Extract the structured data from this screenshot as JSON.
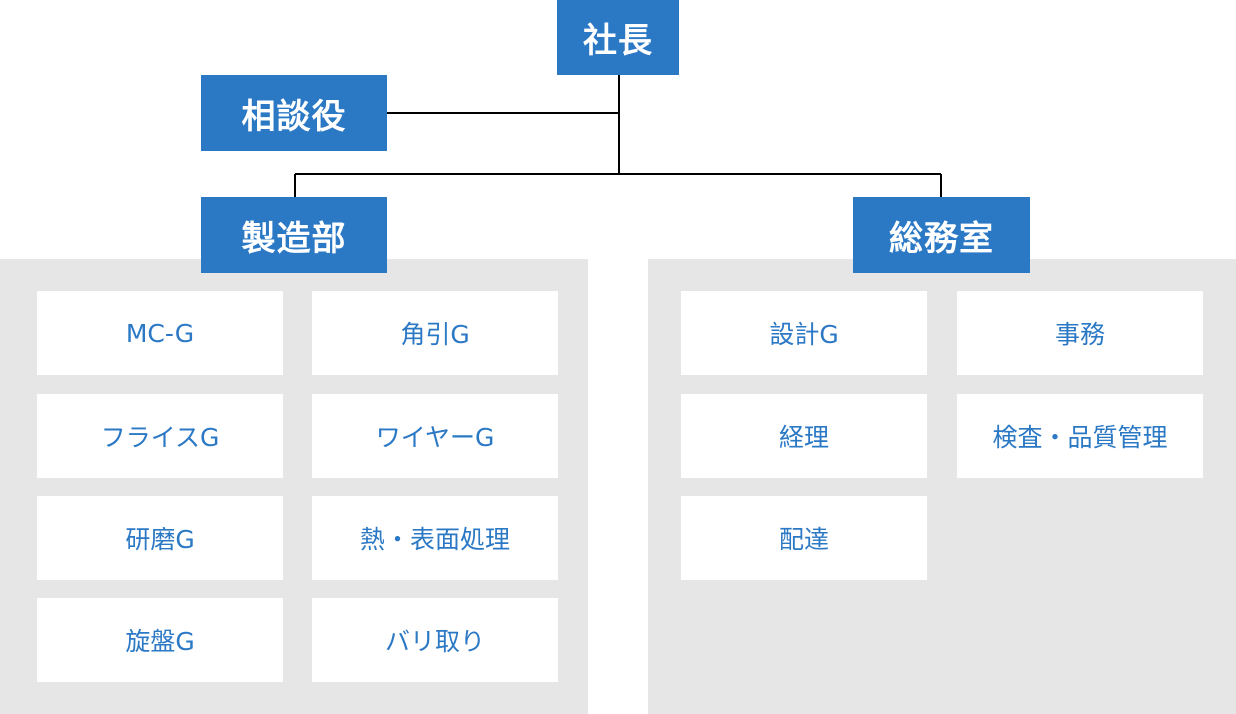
{
  "president": {
    "label": "社長"
  },
  "advisor": {
    "label": "相談役"
  },
  "manufacturing": {
    "label": "製造部",
    "groups": [
      "MC-G",
      "角引G",
      "フライスG",
      "ワイヤーG",
      "研磨G",
      "熱・表面処理",
      "旋盤G",
      "バリ取り"
    ]
  },
  "general_affairs": {
    "label": "総務室",
    "groups": [
      "設計G",
      "事務",
      "経理",
      "検査・品質管理",
      "配達"
    ]
  },
  "colors": {
    "node_fill": "#2b78c5",
    "node_text": "#ffffff",
    "panel_fill": "#e6e6e6",
    "group_fill": "#ffffff",
    "group_text": "#2b78c5",
    "line": "#000000"
  }
}
